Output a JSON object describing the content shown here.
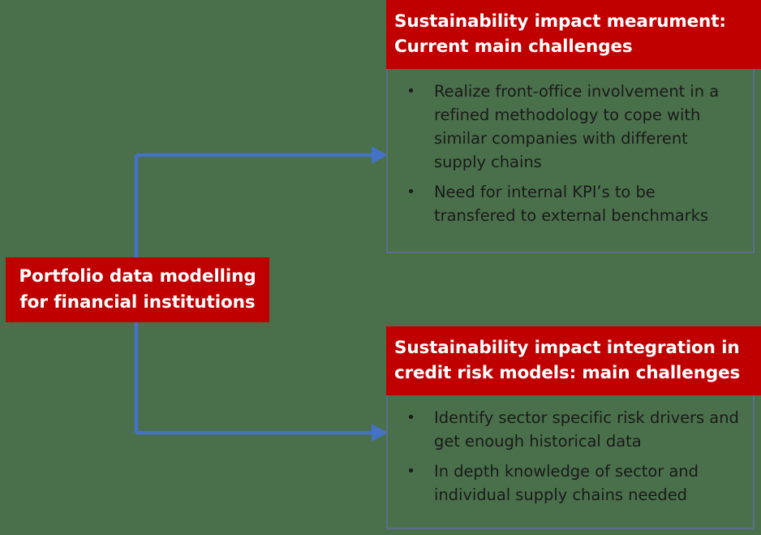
{
  "diagram": {
    "type": "flow-diagram",
    "background_color": "#4a704b",
    "accent_red": "#c00000",
    "connector_color": "#4472c4",
    "card_border_color": "#5b6e8c",
    "source": {
      "name": "portfolio-data-modelling",
      "line1": "Portfolio data modelling",
      "line2": "for financial institutions"
    },
    "connector": {
      "name": "branching-arrow-connector",
      "arrow_count": 2,
      "direction": "left-to-right"
    },
    "cards": [
      {
        "id": "measurement",
        "header_line1": "Sustainability impact mearument:",
        "header_line2": "Current main challenges",
        "bullet_marker": "•",
        "bullets": [
          "Realize front-office involvement in a refined methodology to cope with similar companies with different supply chains",
          "Need for internal KPI’s to be transfered to external benchmarks"
        ]
      },
      {
        "id": "integration",
        "header_line1": "Sustainability impact integration in",
        "header_line2": "credit risk models: main challenges",
        "bullet_marker": "•",
        "bullets": [
          "Identify sector specific risk drivers and get enough historical data",
          "In depth knowledge of sector and individual supply chains needed"
        ]
      }
    ]
  }
}
